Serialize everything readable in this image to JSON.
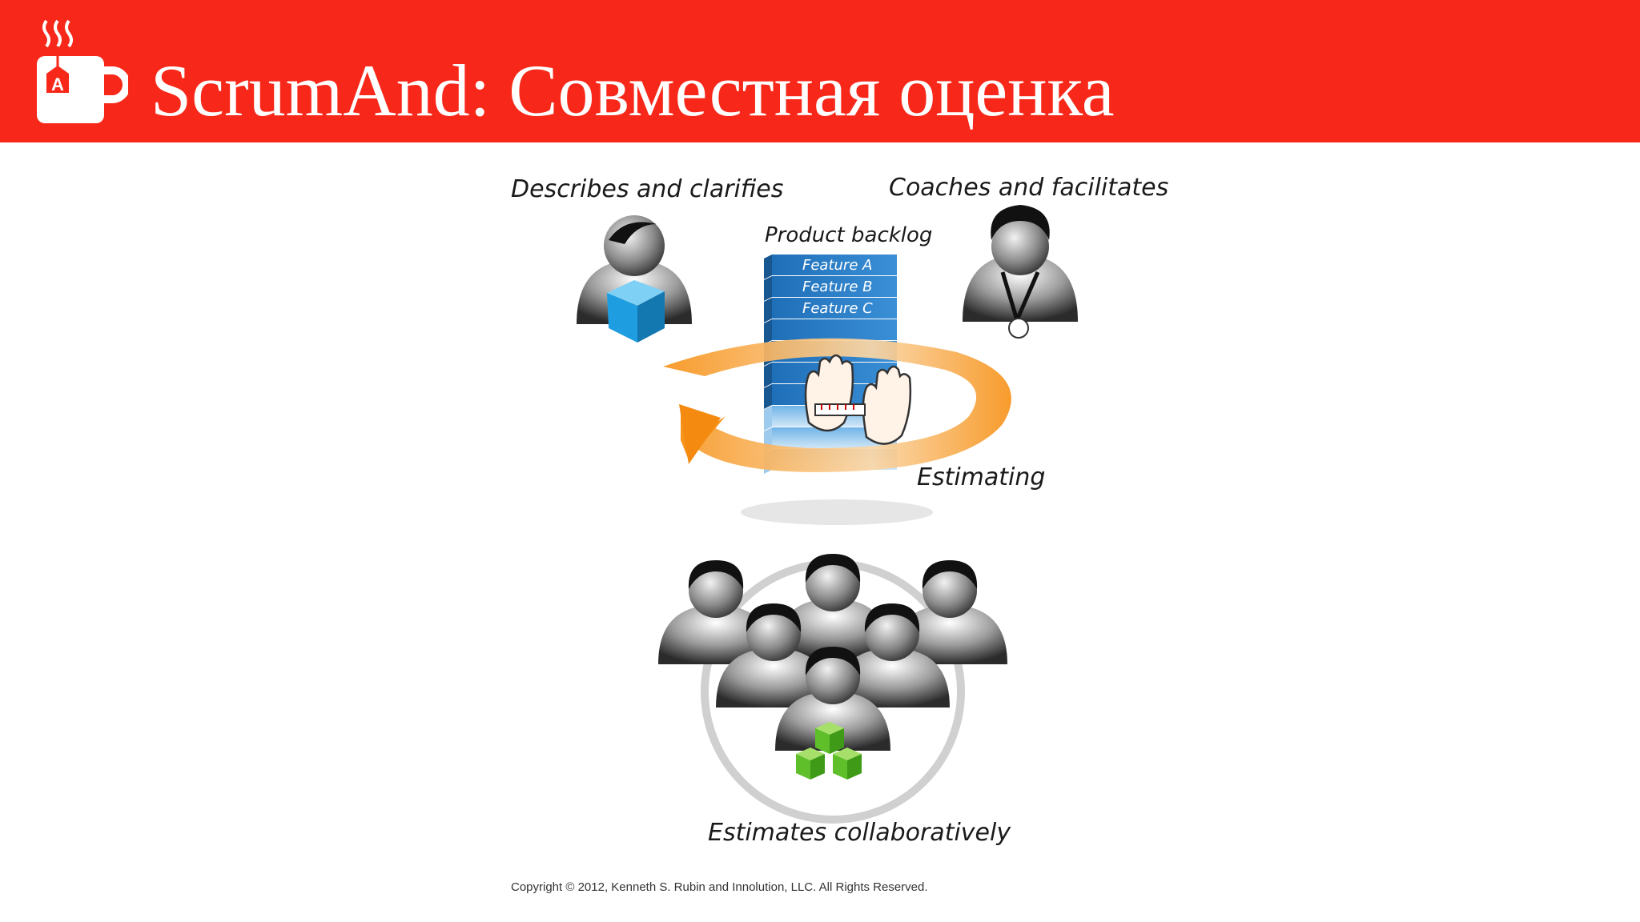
{
  "header": {
    "title": "ScrumAnd: Совместная оценка",
    "logo_letter": "A",
    "bar_color": "#f7281a"
  },
  "diagram": {
    "role_product_owner": "Describes and clarifies",
    "role_scrum_master": "Coaches and facilitates",
    "backlog_title": "Product backlog",
    "backlog_items": [
      "Feature A",
      "Feature B",
      "Feature C"
    ],
    "activity_label": "Estimating",
    "team_label": "Estimates collaboratively",
    "icons": [
      "product-owner-icon",
      "scrum-master-icon",
      "backlog-stack-icon",
      "estimating-cycle-arrow-icon",
      "hands-ruler-icon",
      "team-icon",
      "green-cubes-icon"
    ],
    "colors": {
      "arrow": "#f7941d",
      "backlog": "#2a7fc9",
      "cube_blue": "#1e9de0",
      "cubes_green": "#5fbf2a"
    }
  },
  "footer": {
    "copyright": "Copyright © 2012, Kenneth S. Rubin and Innolution, LLC. All Rights Reserved."
  }
}
